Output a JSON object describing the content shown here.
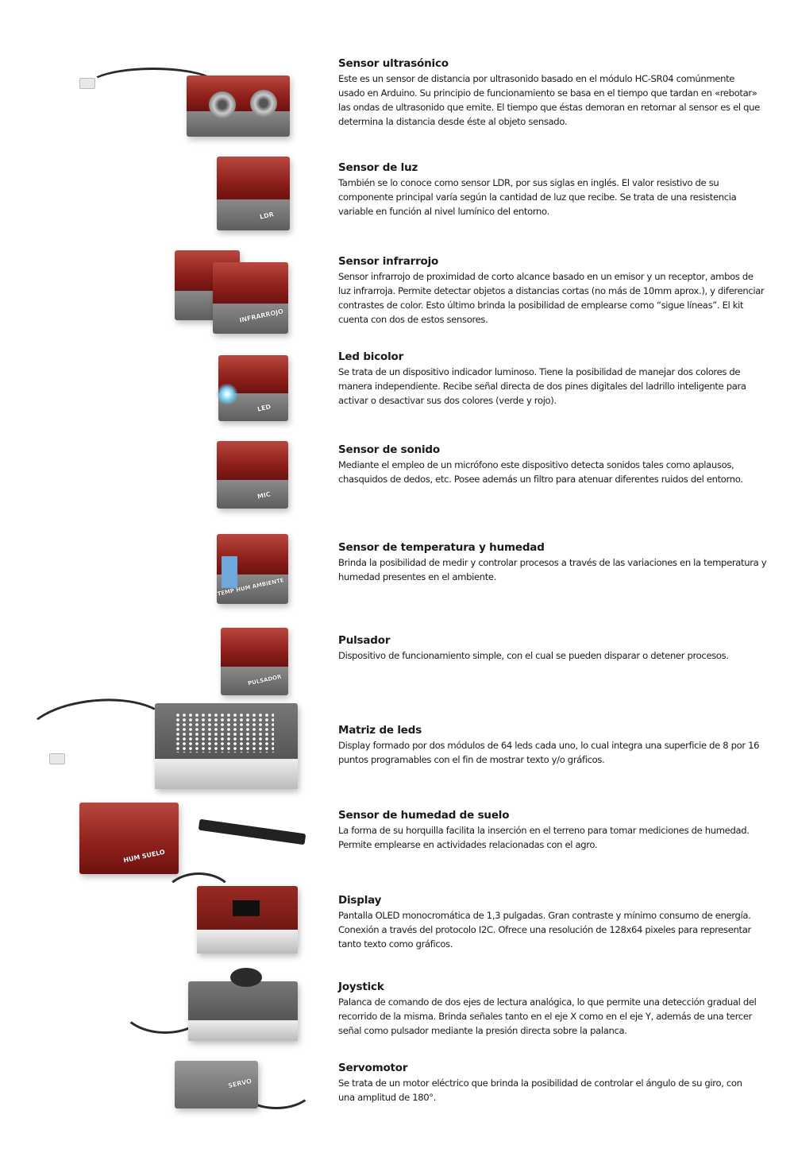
{
  "items": [
    {
      "title": "Sensor ultrasónico",
      "lines": [
        "Este es un sensor de distancia por ultrasonido basado en el módulo HC-SR04 comúnmente",
        "usado en Arduino. Su principio de funcionamiento se basa en el tiempo que tardan en «rebotar»",
        "las ondas de ultrasonido que emite. El tiempo que éstas demoran en retornar al sensor es el que",
        "determina la distancia desde éste al objeto sensado."
      ]
    },
    {
      "title": "Sensor de luz",
      "lines": [
        "También se lo conoce como sensor LDR, por sus siglas en inglés. El valor resistivo de su",
        "componente principal varía según la cantidad de luz que recibe. Se trata de una resistencia",
        "variable en función al nivel lumínico del entorno."
      ],
      "image_label": "LDR"
    },
    {
      "title": "Sensor infrarrojo",
      "lines": [
        "Sensor infrarrojo de proximidad de corto alcance basado en un emisor y un receptor, ambos de",
        "luz infrarroja. Permite detectar objetos a distancias cortas (no más de 10mm aprox.), y diferenciar",
        "contrastes de color. Esto último brinda la posibilidad de emplearse como “sigue líneas”. El kit",
        "cuenta con dos de estos sensores."
      ],
      "image_label": "INFRARROJO"
    },
    {
      "title": "Led bicolor",
      "lines": [
        "Se trata de un dispositivo indicador luminoso. Tiene la posibilidad de manejar dos colores de",
        "manera independiente. Recibe señal directa de dos pines digitales del ladrillo inteligente para",
        "activar o desactivar sus dos colores (verde y rojo)."
      ],
      "image_label": "LED"
    },
    {
      "title": "Sensor de sonido",
      "lines": [
        "Mediante el empleo de un micrófono este dispositivo detecta sonidos tales como aplausos,",
        "chasquidos de dedos, etc. Posee además un filtro para atenuar diferentes ruidos del entorno."
      ],
      "image_label": "MIC"
    },
    {
      "title": "Sensor de temperatura y humedad",
      "lines": [
        "Brinda la posibilidad de medir y controlar procesos a través de las variaciones en la temperatura y",
        "humedad presentes en el ambiente."
      ],
      "image_label": "TEMP HUM AMBIENTE"
    },
    {
      "title": "Pulsador",
      "lines": [
        "Dispositivo de funcionamiento simple, con el cual se pueden disparar o detener procesos."
      ],
      "image_label": "PULSADOR"
    },
    {
      "title": "Matriz de leds",
      "lines": [
        "Display formado por dos módulos de 64 leds cada uno, lo cual integra una superficie de 8 por 16",
        "puntos programables con el fin de mostrar texto y/o gráficos."
      ]
    },
    {
      "title": "Sensor de humedad de suelo",
      "lines": [
        "La forma de su horquilla facilita la inserción en el terreno para tomar mediciones de humedad.",
        "Permite emplearse en actividades relacionadas con el agro."
      ],
      "image_label": "HUM SUELO"
    },
    {
      "title": "Display",
      "lines": [
        "Pantalla OLED monocromática de 1,3 pulgadas. Gran contraste y mínimo consumo de energía.",
        "Conexión a través del protocolo I2C. Ofrece una resolución de 128x64 pixeles para representar",
        "tanto texto como gráficos."
      ]
    },
    {
      "title": "Joystick",
      "lines": [
        "Palanca de comando de dos ejes de lectura analógica, lo que permite una detección gradual del",
        "recorrido de la misma. Brinda señales tanto en el eje X como en el eje Y, además de una tercer",
        "señal como pulsador mediante la presión directa sobre la palanca."
      ]
    },
    {
      "title": "Servomotor",
      "lines": [
        "Se trata de un motor eléctrico que brinda la posibilidad de controlar el ángulo de su giro, con",
        "una amplitud de 180°."
      ],
      "image_label": "SERVO"
    }
  ],
  "colors": {
    "brick_red": "#8e1f1a",
    "brick_gray": "#6e6e6e",
    "text": "#1a1a1a"
  }
}
